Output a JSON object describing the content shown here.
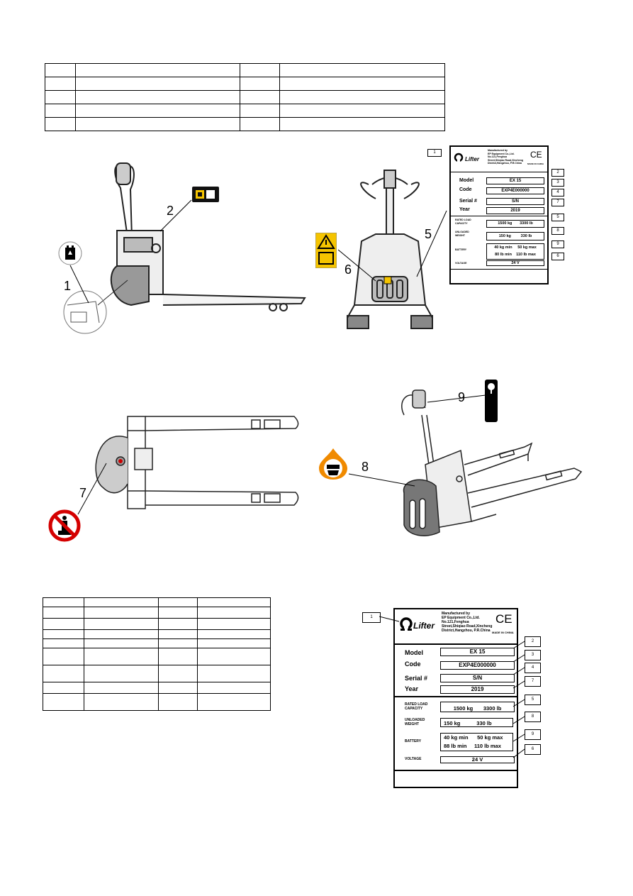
{
  "callouts": {
    "c1": "1",
    "c2": "2",
    "c3": "3",
    "c4": "4",
    "c5": "5",
    "c6": "6",
    "c7": "7",
    "c8": "8",
    "c9": "9"
  },
  "plate": {
    "manufacturer_lines": [
      "Manufactured by",
      "EP Equipment Co.,Ltd.",
      "No.121,Fenghua",
      "Street,Shiqiao Road,Xincheng",
      "District,Hangzhou, P.R.China"
    ],
    "made_in": "MADE IN CHINA",
    "brand": "Lifter",
    "ce": "CE",
    "model_label": "Model",
    "model_value": "EX 15",
    "code_label": "Code",
    "code_value": "EXP4E000000",
    "serial_label": "Serial #",
    "serial_value": "S/N",
    "year_label": "Year",
    "year_value": "2019",
    "rated_label_1": "RATED LOAD",
    "rated_label_2": "CAPACITY",
    "rated_kg": "1500 kg",
    "rated_lb": "3300 lb",
    "unloaded_label_1": "UNLOADED",
    "unloaded_label_2": "WEIGHT",
    "unloaded_kg": "150 kg",
    "unloaded_lb": "330 lb",
    "battery_label": "BATTERY",
    "battery_kg_min": "40 kg min",
    "battery_kg_max": "50 kg max",
    "battery_lb_min": "88 lb min",
    "battery_lb_max": "110 lb max",
    "voltage_label": "VOLTAGE",
    "voltage_value": "24 V"
  },
  "small_plate_battery_lb_min": "80 lb min",
  "figure_numbers": {
    "n1": "1",
    "n2": "2",
    "n5": "5",
    "n6": "6",
    "n7": "7",
    "n8": "8",
    "n9": "9"
  }
}
